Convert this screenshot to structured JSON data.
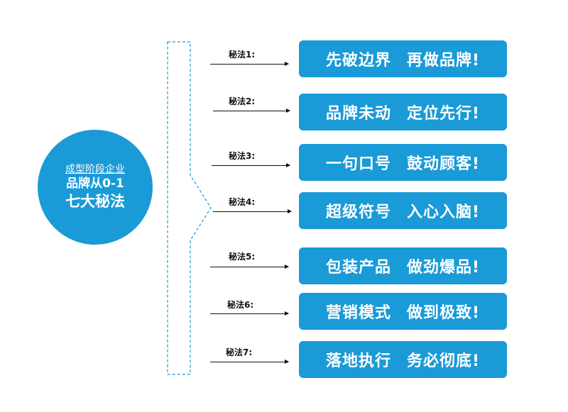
{
  "center": {
    "line1": "成型阶段企业",
    "line2": "品牌从0-1",
    "line3": "七大秘法"
  },
  "methods": [
    {
      "label": "秘法1:",
      "part1": "先破边界",
      "part2": "再做品牌!"
    },
    {
      "label": "秘法2:",
      "part1": "品牌未动",
      "part2": "定位先行!"
    },
    {
      "label": "秘法3:",
      "part1": "一句口号",
      "part2": "鼓动顾客!"
    },
    {
      "label": "秘法4:",
      "part1": "超级符号",
      "part2": "入心入脑!"
    },
    {
      "label": "秘法5:",
      "part1": "包装产品",
      "part2": "做劲爆品!"
    },
    {
      "label": "秘法6:",
      "part1": "营销模式",
      "part2": "做到极致!"
    },
    {
      "label": "秘法7:",
      "part1": "落地执行",
      "part2": "务必彻底!"
    }
  ],
  "colors": {
    "accent": "#1a9ad7",
    "text": "#111111",
    "bracket": "#1a9ad7"
  }
}
